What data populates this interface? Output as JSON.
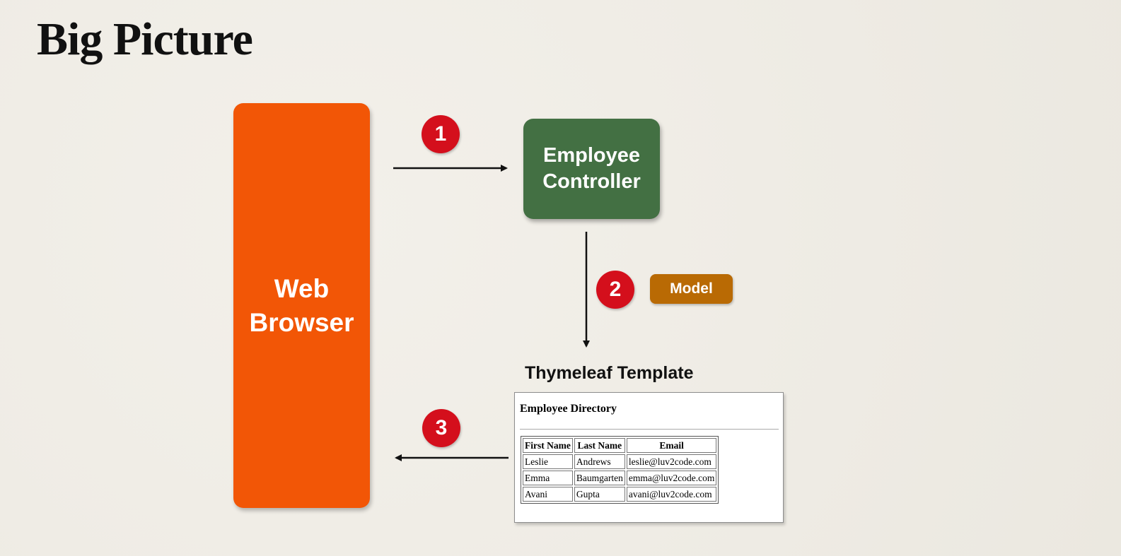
{
  "title": "Big Picture",
  "nodes": {
    "browser": "Web\nBrowser",
    "controller": "Employee\nController",
    "model": "Model",
    "template_label": "Thymeleaf Template"
  },
  "steps": [
    "1",
    "2",
    "3"
  ],
  "template": {
    "heading": "Employee Directory",
    "columns": [
      "First Name",
      "Last Name",
      "Email"
    ],
    "rows": [
      [
        "Leslie",
        "Andrews",
        "leslie@luv2code.com"
      ],
      [
        "Emma",
        "Baumgarten",
        "emma@luv2code.com"
      ],
      [
        "Avani",
        "Gupta",
        "avani@luv2code.com"
      ]
    ]
  },
  "colors": {
    "browser": "#f25606",
    "controller": "#437043",
    "model": "#b96a04",
    "badge": "#d40f1c"
  }
}
